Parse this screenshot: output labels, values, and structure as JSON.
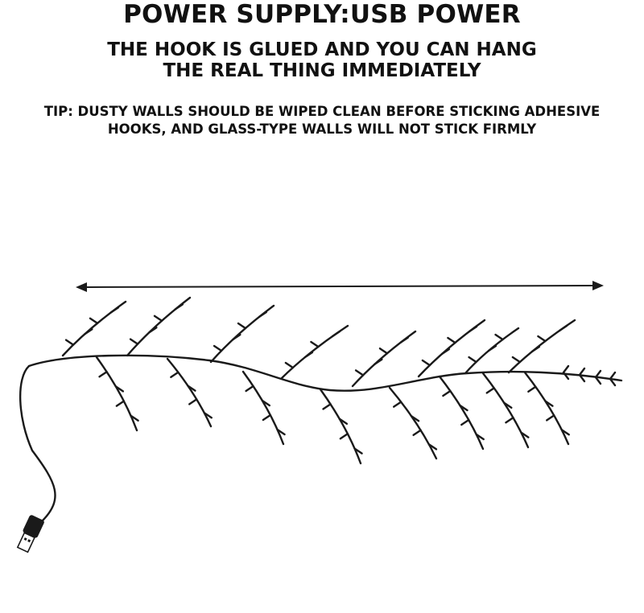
{
  "header": {
    "title": "POWER SUPPLY:USB POWER",
    "subtitle_line1": "THE HOOK IS GLUED AND YOU CAN HANG",
    "subtitle_line2": "THE REAL THING IMMEDIATELY"
  },
  "tip": {
    "line1": "TIP: DUSTY WALLS SHOULD BE WIPED CLEAN BEFORE STICKING ADHESIVE",
    "line2": "HOOKS, AND GLASS-TYPE WALLS WILL NOT STICK FIRMLY"
  },
  "illustration": {
    "color": "#1a1a1a",
    "icons": [
      "double-arrow-icon",
      "vine-branch-icon",
      "usb-plug-icon"
    ]
  }
}
